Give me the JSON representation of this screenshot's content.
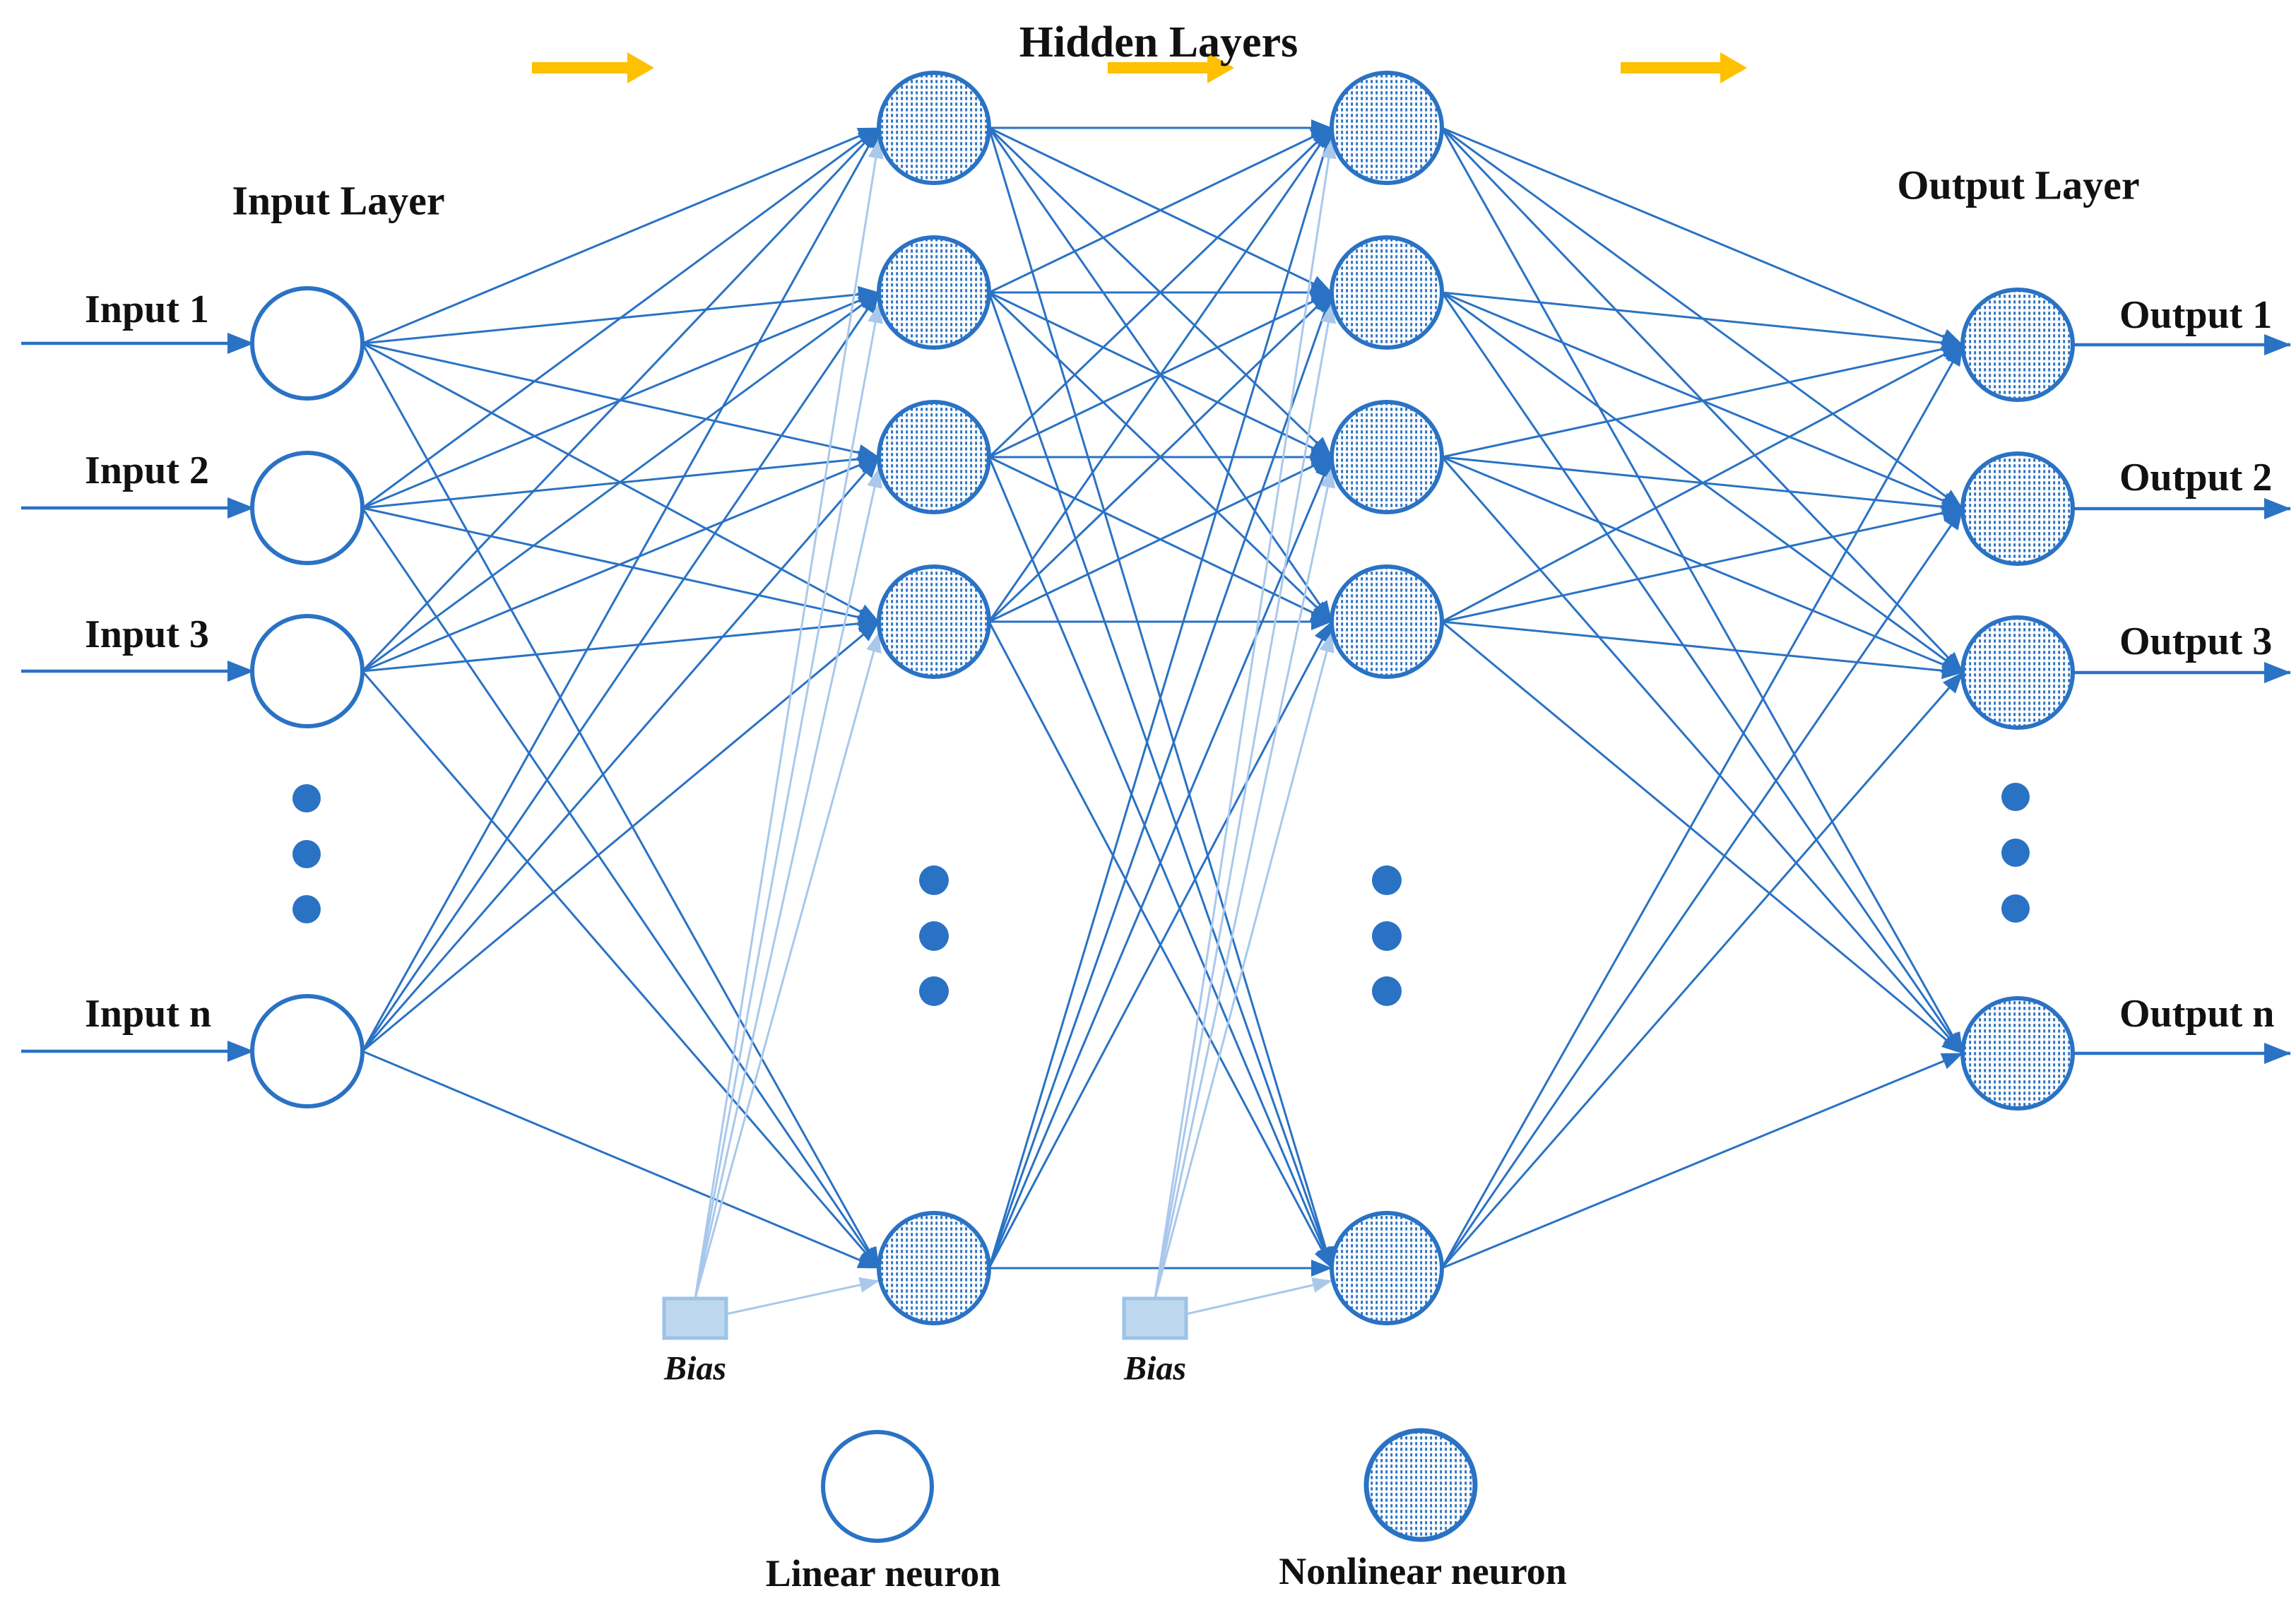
{
  "diagram": {
    "titles": {
      "input_layer": "Input Layer",
      "hidden_layers": "Hidden Layers",
      "output_layer": "Output Layer"
    },
    "input_labels": [
      "Input 1",
      "Input 2",
      "Input 3",
      "Input n"
    ],
    "output_labels": [
      "Output 1",
      "Output 2",
      "Output 3",
      "Output n"
    ],
    "bias_labels": [
      "Bias",
      "Bias"
    ],
    "legend": {
      "linear_label": "Linear neuron",
      "nonlinear_label": "Nonlinear neuron"
    },
    "structure": {
      "visible_input_neurons": 4,
      "hidden_layer_count": 2,
      "visible_hidden_neurons_per_layer": 5,
      "visible_output_neurons": 4,
      "ellipsis_dots_per_column": 3,
      "bias_nodes": 2,
      "flow_arrows": 3
    },
    "colors": {
      "line_blue": "#2A72C4",
      "light_blue": "#A9C8EB",
      "bias_fill": "#BDD7EE",
      "bias_stroke": "#9CC3E8",
      "arrow_yellow": "#FFC000",
      "text": "#111111",
      "background": "#FFFFFF"
    }
  }
}
